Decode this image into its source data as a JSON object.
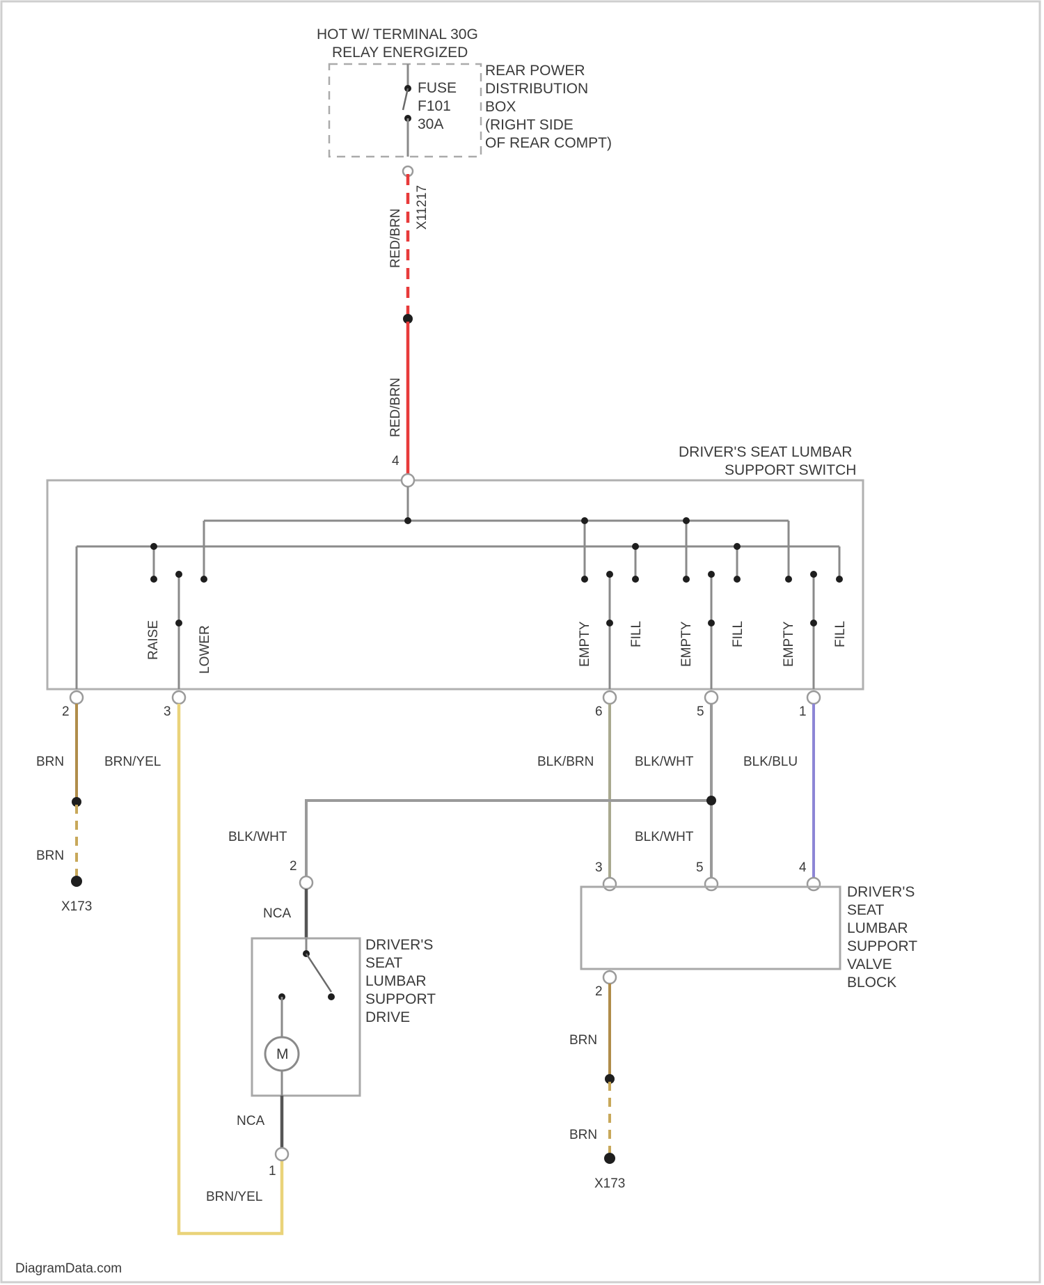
{
  "power_source": {
    "line1": "HOT W/ TERMINAL 30G",
    "line2": "RELAY ENERGIZED"
  },
  "fuse": {
    "name": "FUSE",
    "id": "F101",
    "rating": "30A"
  },
  "power_box": {
    "lines": [
      "REAR POWER",
      "DISTRIBUTION",
      "BOX",
      "(RIGHT SIDE",
      "OF REAR COMPT)"
    ]
  },
  "wires": {
    "red_brn_1": "RED/BRN",
    "connector_x": "X11217",
    "red_brn_2": "RED/BRN",
    "brn_left_1": "BRN",
    "brn_left_2": "BRN",
    "brn_yel_1": "BRN/YEL",
    "blk_brn": "BLK/BRN",
    "blk_wht_1": "BLK/WHT",
    "blk_blu": "BLK/BLU",
    "blk_wht_2": "BLK/WHT",
    "blk_wht_3": "BLK/WHT",
    "nca_1": "NCA",
    "nca_2": "NCA",
    "brn_right_1": "BRN",
    "brn_right_2": "BRN",
    "brn_yel_2": "BRN/YEL"
  },
  "lumbar_switch": {
    "line1": "DRIVER'S SEAT LUMBAR",
    "line2": "SUPPORT SWITCH",
    "pin_top": "4",
    "pins_bottom": [
      "2",
      "3",
      "6",
      "5",
      "1"
    ],
    "contacts": [
      "RAISE",
      "LOWER",
      "EMPTY",
      "FILL",
      "EMPTY",
      "FILL",
      "EMPTY",
      "FILL"
    ]
  },
  "ground_left": "X173",
  "ground_right": "X173",
  "drive": {
    "lines": [
      "DRIVER'S",
      "SEAT",
      "LUMBAR",
      "SUPPORT",
      "DRIVE"
    ],
    "motor": "M",
    "pin_top": "2",
    "pin_bottom": "1"
  },
  "valve_block": {
    "lines": [
      "DRIVER'S",
      "SEAT",
      "LUMBAR",
      "SUPPORT",
      "VALVE",
      "BLOCK"
    ],
    "pins_top": [
      "3",
      "5",
      "4"
    ],
    "pin_bottom": "2"
  },
  "watermark": "DiagramData.com",
  "colors": {
    "red_wire": "#e83a3a",
    "brown_wire": "#b08d4a",
    "yellow_wire": "#ead37a",
    "grey_wire": "#9a9a9a",
    "blue_wire": "#8d86d6",
    "dark_wire": "#555555"
  }
}
